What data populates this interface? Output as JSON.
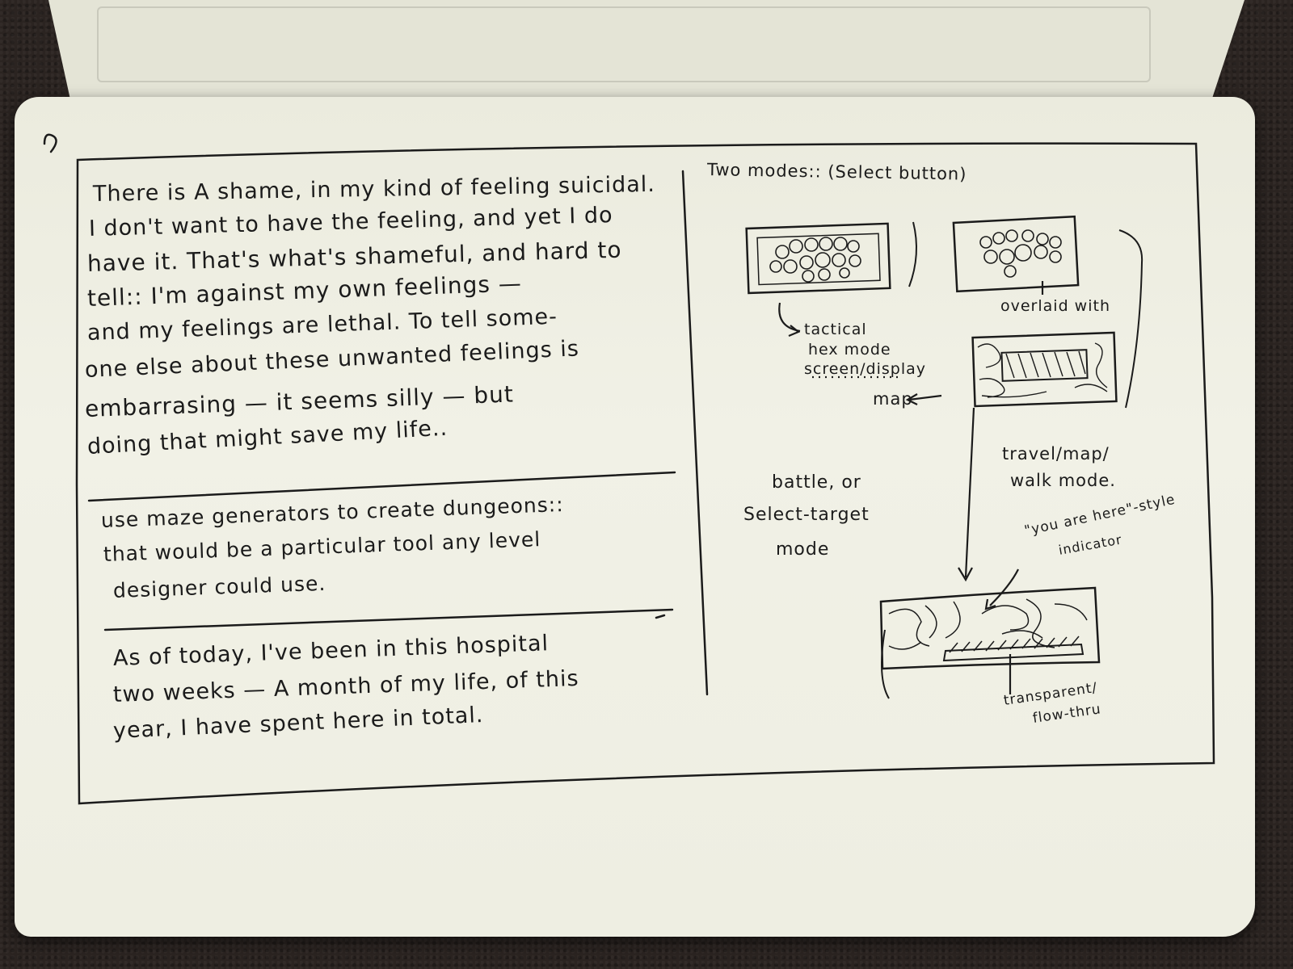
{
  "left_page": {
    "paragraph_1": [
      "There is A shame, in my kind of feeling suicidal.",
      "I don't want to have the feeling, and yet I do",
      "have it. That's what's shameful, and hard to",
      "tell:: I'm against my own feelings —",
      "and my feelings are lethal. To tell some-",
      "one else about these unwanted feelings is",
      "embarrasing — it seems silly — but",
      "doing that might save my life.."
    ],
    "paragraph_2": [
      "use maze generators to create dungeons::",
      "that would be a particular tool any level",
      "designer could use."
    ],
    "paragraph_3": [
      "As of today, I've been in this hospital",
      "two weeks — A month of my life, of this",
      "year, I have spent here in total."
    ]
  },
  "right_page": {
    "heading": "Two modes:: (Select button)",
    "tactical_label": [
      "tactical",
      "hex mode",
      "screen/display"
    ],
    "map_label": "map",
    "overlaid_label": "overlaid with",
    "battle_label": [
      "battle, or",
      "Select-target",
      "mode"
    ],
    "travel_label": [
      "travel/map/",
      "walk mode."
    ],
    "indicator_label": [
      "\"you are here\"-style",
      "indicator"
    ],
    "transparent_label": [
      "transparent/",
      "flow-thru"
    ]
  },
  "colors": {
    "paper": "#eeeee2",
    "ink": "#1b1b1b",
    "background": "#2b2421"
  }
}
